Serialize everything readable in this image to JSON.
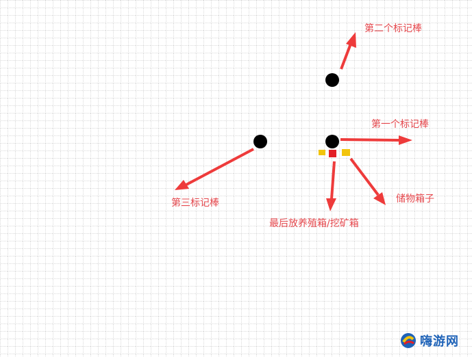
{
  "colors": {
    "grid": "#b4b4b4",
    "grid_bg": "#ffffff",
    "marker": "#000000",
    "arrow": "#ee3b3b",
    "label": "#e5484d",
    "storage_box": "#f2c40d",
    "final_box": "#e21f26",
    "watermark_text": "#1f63b8"
  },
  "labels": {
    "second_marker": "第二个标记棒",
    "first_marker": "第一个标记棒",
    "third_marker": "第三标记棒",
    "final_box": "最后放养殖箱/挖矿箱",
    "storage_box": "储物箱子"
  },
  "watermark": {
    "text": "嗨游网",
    "icon": "haiyou-logo-icon"
  }
}
